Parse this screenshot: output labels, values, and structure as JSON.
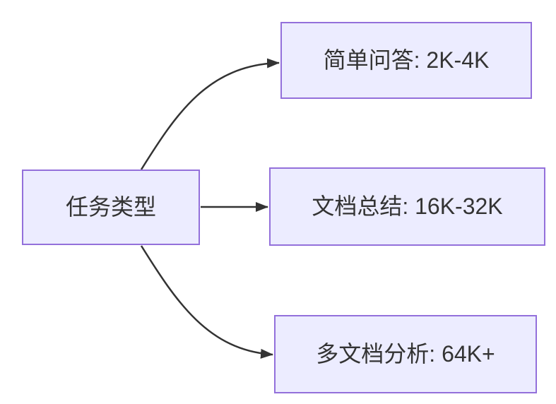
{
  "diagram": {
    "type": "flowchart",
    "direction": "LR",
    "root": {
      "label": "任务类型"
    },
    "children": [
      {
        "label": "简单问答: 2K-4K"
      },
      {
        "label": "文档总结: 16K-32K"
      },
      {
        "label": "多文档分析: 64K+"
      }
    ],
    "edges": [
      {
        "from": "任务类型",
        "to": "简单问答: 2K-4K",
        "style": "curved",
        "arrowhead": "solid-triangle"
      },
      {
        "from": "任务类型",
        "to": "文档总结: 16K-32K",
        "style": "straight",
        "arrowhead": "solid-triangle"
      },
      {
        "from": "任务类型",
        "to": "多文档分析: 64K+",
        "style": "curved",
        "arrowhead": "solid-triangle"
      }
    ],
    "colors": {
      "node_fill": "#ECECFF",
      "node_border": "#9370DB",
      "edge_stroke": "#333333",
      "text": "#333333",
      "background": "#FFFFFF"
    }
  }
}
